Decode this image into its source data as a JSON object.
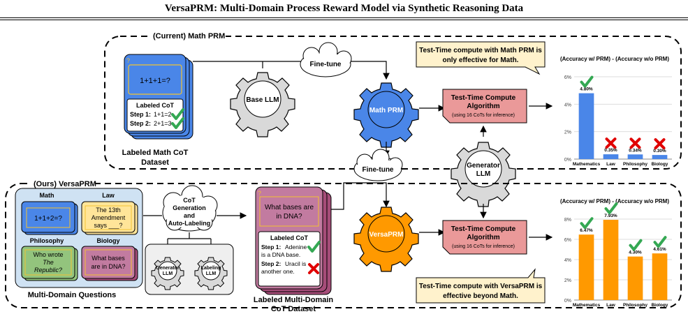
{
  "title": "VersaPRM: Multi-Domain Process Reward Model via Synthetic Reasoning Data",
  "top": {
    "section_label": "(Current) Math PRM",
    "card_question": "1+1+1=?",
    "cot_header": "Labeled CoT",
    "cot_step1_prefix": "Step 1:",
    "cot_step1": "1+1=2",
    "cot_step2_prefix": "Step 2:",
    "cot_step2": "2+1=3",
    "dataset_line1": "Labeled Math CoT",
    "dataset_line2": "Dataset",
    "base_llm": "Base LLM",
    "finetune": "Fine-tune",
    "prm": "Math PRM",
    "ttc_line1": "Test-Time Compute",
    "ttc_line2": "Algorithm",
    "ttc_line3": "(using 16 CoTs for inference)",
    "callout_line1": "Test-Time compute with Math PRM is",
    "callout_line2": "only effective for Math."
  },
  "bottom": {
    "section_label": "(Ours)  VersaPRM",
    "domains": [
      {
        "name": "Math",
        "line1": "1+1+2=?",
        "line2": "",
        "line3": ""
      },
      {
        "name": "Law",
        "line1": "The 13th",
        "line2": "Amendment",
        "line3": "says ___?"
      },
      {
        "name": "Philosophy",
        "line1": "Who wrote",
        "line2": "The",
        "line3": "Republic?"
      },
      {
        "name": "Biology",
        "line1": "What bases",
        "line2": "are in DNA?",
        "line3": ""
      }
    ],
    "questions_label": "Multi-Domain Questions",
    "cloud_line1": "CoT",
    "cloud_line2": "Generation",
    "cloud_line3": "and",
    "cloud_line4": "Auto-Labeling",
    "generator_llm_line1": "Generator",
    "generator_llm_line2": "LLM",
    "labeling_llm_line1": "Labeling",
    "labeling_llm_line2": "LLM",
    "card_q_line1": "What bases are",
    "card_q_line2": "in DNA?",
    "cot_header": "Labeled CoT",
    "cot_step1_prefix": "Step 1:",
    "cot_step1_a": "Adenine",
    "cot_step1_b": "is a DNA base.",
    "cot_step2_prefix": "Step 2:",
    "cot_step2_a": "Uracil is",
    "cot_step2_b": "another one.",
    "dataset_line1": "Labeled Multi-Domain",
    "dataset_line2": "CoT Dataset",
    "finetune": "Fine-tune",
    "prm": "VersaPRM",
    "ttc_line1": "Test-Time Compute",
    "ttc_line2": "Algorithm",
    "ttc_line3": "(using 16 CoTs for inference)",
    "callout_line1": "Test-Time compute with VersaPRM is",
    "callout_line2": "effective beyond Math."
  },
  "shared": {
    "generator_line1": "Generator",
    "generator_line2": "LLM"
  },
  "colors": {
    "math_blue": "#4a86e8",
    "orange": "#ff9900",
    "pink_box": "#ea9999",
    "callout": "#fff2cc",
    "law_yellow": "#ffe599",
    "philosophy_green": "#93c47d",
    "biology_purple": "#a64d79",
    "questions_bg": "#cfe2f3",
    "gear_gray": "#d9d9d9",
    "check_green": "#34a853",
    "cross_red": "#e00000"
  },
  "chart_data": [
    {
      "type": "bar",
      "title": "(Accuracy w/ PRM) - (Accuracy w/o PRM)",
      "categories": [
        "Mathematics",
        "Law",
        "Philosophy",
        "Biology"
      ],
      "values": [
        4.8,
        0.35,
        0.34,
        0.3
      ],
      "labels": [
        "4.80%",
        "0.35%",
        "0.34%",
        "0.30%"
      ],
      "marks": [
        "check",
        "cross",
        "cross",
        "cross"
      ],
      "ylim": [
        0,
        6
      ],
      "yticks": [
        "0%",
        "2%",
        "4%",
        "6%"
      ],
      "color": "#4a86e8",
      "grid": true
    },
    {
      "type": "bar",
      "title": "(Accuracy w/ PRM) - (Accuracy w/o PRM)",
      "categories": [
        "Mathematics",
        "Law",
        "Philosophy",
        "Biology"
      ],
      "values": [
        6.47,
        7.93,
        4.3,
        4.61
      ],
      "labels": [
        "6.47%",
        "7.93%",
        "4.30%",
        "4.61%"
      ],
      "marks": [
        "check",
        "check",
        "check",
        "check"
      ],
      "ylim": [
        0,
        8
      ],
      "yticks": [
        "0%",
        "2%",
        "4%",
        "6%",
        "8%"
      ],
      "color": "#ff9900",
      "grid": true
    }
  ]
}
